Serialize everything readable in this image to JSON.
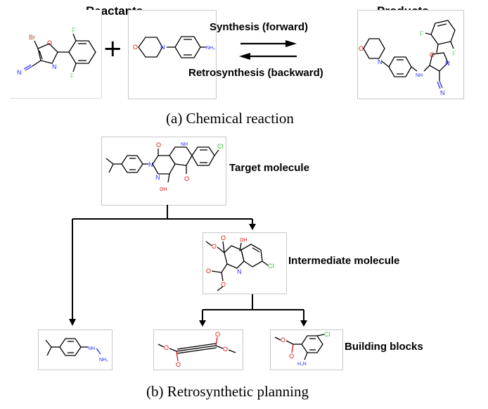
{
  "reaction": {
    "reactants_header": "Reactants",
    "products_header": "Products",
    "forward_label": "Synthesis (forward)",
    "backward_label": "Retrosynthesis (backward)",
    "plus": "+",
    "caption": "(a) Chemical reaction"
  },
  "planning": {
    "target_label": "Target molecule",
    "intermediate_label": "Intermediate molecule",
    "blocks_label": "Building blocks",
    "caption": "(b) Retrosynthetic planning"
  },
  "colors": {
    "nitrogen": "#2b2bff",
    "oxygen": "#e01010",
    "halogen": "#3cc23c",
    "bromine": "#a0522d",
    "fluorine": "#7ad07a",
    "bond": "#000000"
  }
}
